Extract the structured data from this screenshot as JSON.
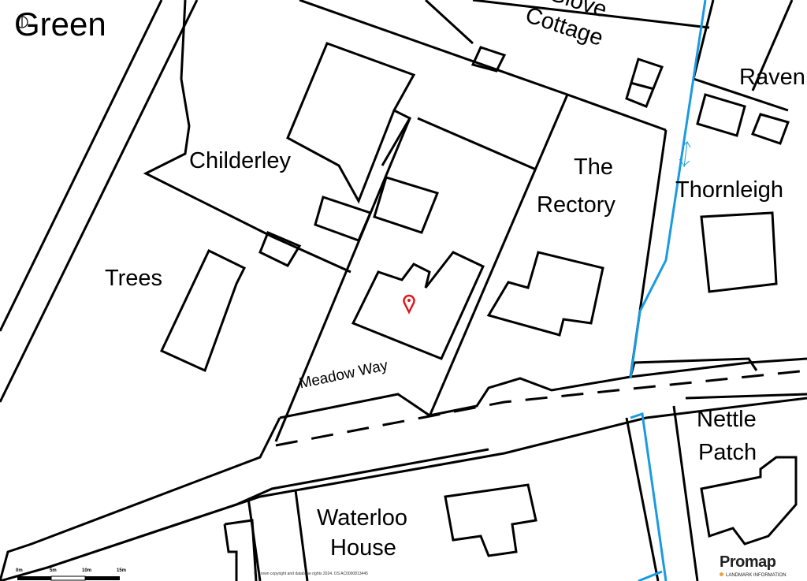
{
  "labels": {
    "green": "Green",
    "glove_cottage_1": "Glove",
    "glove_cottage_2": "Cottage",
    "raven": "Raven",
    "childerley": "Childerley",
    "the_rectory_1": "The",
    "the_rectory_2": "Rectory",
    "thornleigh": "Thornleigh",
    "trees": "Trees",
    "meadow_way": "Meadow Way",
    "nettle_patch_1": "Nettle",
    "nettle_patch_2": "Patch",
    "waterloo_house_1": "Waterloo",
    "waterloo_house_2": "House"
  },
  "scale_bar": {
    "ticks": [
      "0m",
      "5m",
      "10m",
      "15m"
    ]
  },
  "copyright": "© Crown copyright and database rights 2024. OS AC0000813445",
  "logo": {
    "name": "Promap",
    "tagline": "LANDMARK INFORMATION",
    "dot_color": "#e8a33a"
  },
  "marker": {
    "icon": "map-pin-icon",
    "color": "#e0161b"
  },
  "colors": {
    "water": "#1a9ae0",
    "lines": "#000000"
  }
}
